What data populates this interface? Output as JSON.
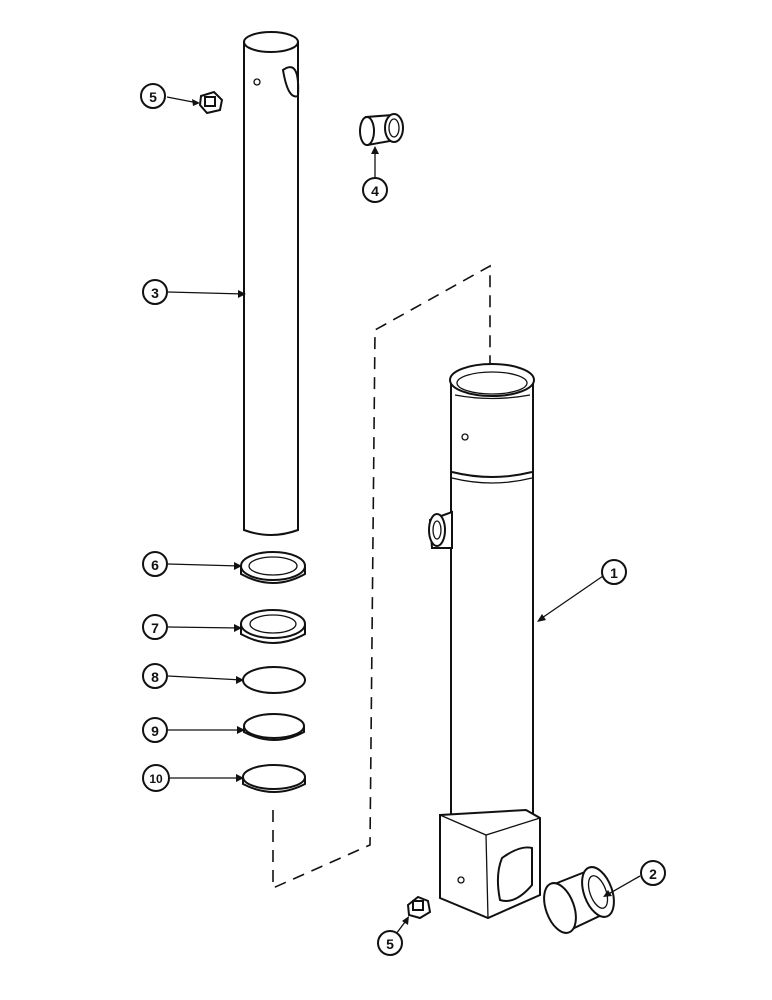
{
  "callouts": [
    {
      "id": "c1",
      "label": "1"
    },
    {
      "id": "c2",
      "label": "2"
    },
    {
      "id": "c3",
      "label": "3"
    },
    {
      "id": "c4",
      "label": "4"
    },
    {
      "id": "c5a",
      "label": "5"
    },
    {
      "id": "c5b",
      "label": "5"
    },
    {
      "id": "c6",
      "label": "6"
    },
    {
      "id": "c7",
      "label": "7"
    },
    {
      "id": "c8",
      "label": "8"
    },
    {
      "id": "c9",
      "label": "9"
    },
    {
      "id": "c10",
      "label": "10"
    }
  ]
}
